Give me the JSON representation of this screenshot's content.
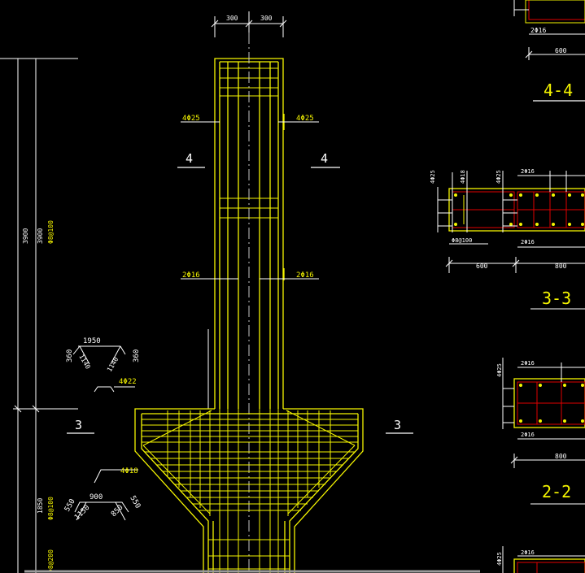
{
  "colors": {
    "background": "#000000",
    "outline": "#f5f500",
    "rebar": "#f5f500",
    "stirrup_red": "#e00000",
    "dim_line": "#ffffff",
    "text_white": "#ffffff",
    "text_yellow": "#f5f500",
    "centerline": "#c8c8c8"
  },
  "top_dims": [
    "300",
    "300"
  ],
  "left_dims": [
    "3900",
    "3900"
  ],
  "left_rebar_labels": [
    "Φ8@100",
    "Φ8@100",
    "Φ8@200"
  ],
  "left_bottom_dim": "1850",
  "column_labels": {
    "top_left": "4Φ25",
    "top_right": "4Φ25",
    "mid_left": "2Φ16",
    "mid_right": "2Φ16"
  },
  "section_marks": {
    "cut4_left": "4",
    "cut4_right": "4",
    "cut3_left": "3",
    "cut3_right": "3"
  },
  "bar_shape_top": {
    "top": "1950",
    "left": "360",
    "right": "360",
    "diag_left": "1140",
    "diag_right": "1140",
    "label": "4Φ22"
  },
  "bar_shape_bottom": {
    "label": "4Φ18",
    "mid": "900",
    "left": "550",
    "right": "550",
    "diag_left": "1150",
    "diag_right": "850"
  },
  "sec44": {
    "rebar_label": "2Φ16",
    "dim": "600",
    "title": "4-4"
  },
  "sec33": {
    "labels": [
      "4Φ25",
      "4Φ18",
      "4Φ25",
      "2Φ16"
    ],
    "stirrup": "Φ8@100",
    "bottom_label": "2Φ16",
    "dims": [
      "600",
      "800"
    ],
    "title": "3-3"
  },
  "sec22": {
    "left_label": "4Φ25",
    "top_label": "2Φ16",
    "bottom_label": "2Φ16",
    "dim": "800",
    "title": "2-2"
  },
  "sec_bottom": {
    "left_label": "4Φ25",
    "top_label": "2Φ16"
  }
}
